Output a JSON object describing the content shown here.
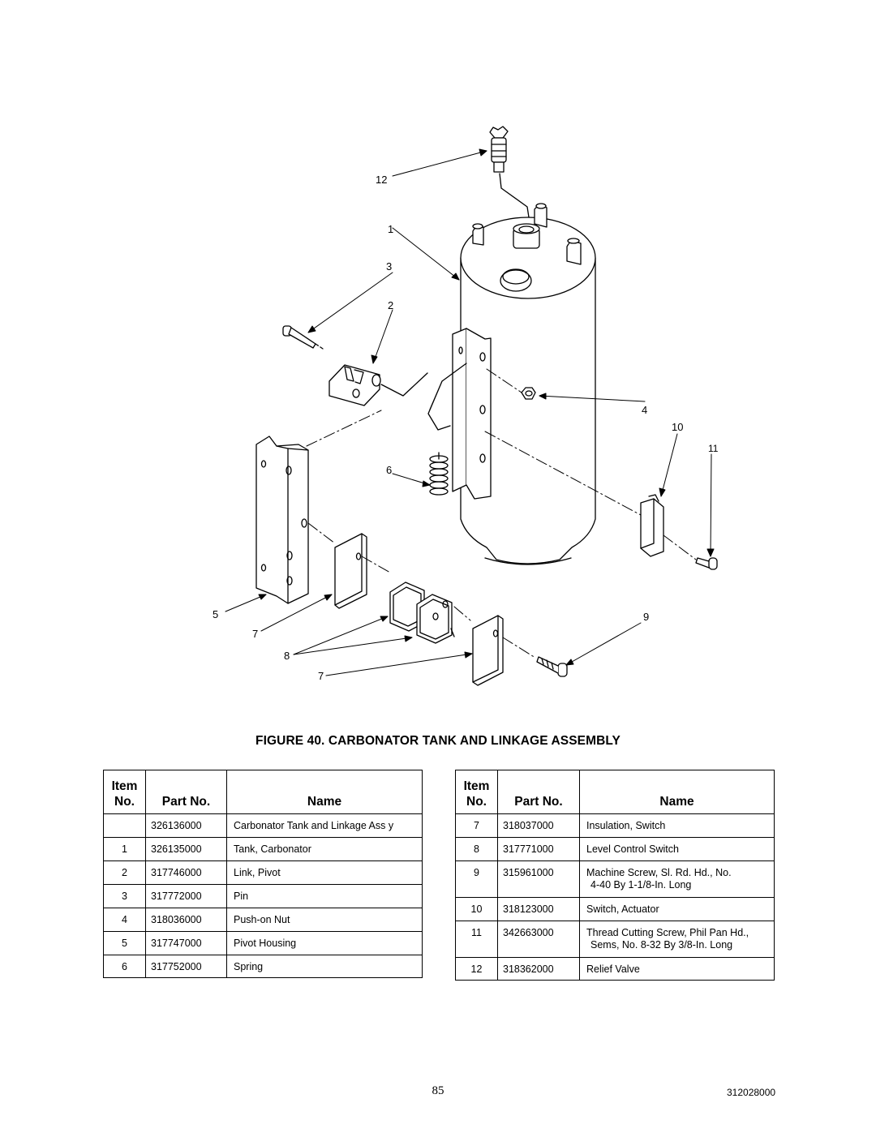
{
  "figure": {
    "title": "FIGURE 40. CARBONATOR TANK AND LINKAGE ASSEMBLY",
    "callouts": [
      "12",
      "1",
      "3",
      "2",
      "4",
      "10",
      "11",
      "6",
      "5",
      "7",
      "8",
      "7",
      "9"
    ]
  },
  "table_headers": {
    "item_no": "Item No.",
    "part_no": "Part No.",
    "name": "Name"
  },
  "parts_left": [
    {
      "item": "",
      "part": "326136000",
      "name": "Carbonator Tank and Linkage Ass y"
    },
    {
      "item": "1",
      "part": "326135000",
      "name": "Tank, Carbonator"
    },
    {
      "item": "2",
      "part": "317746000",
      "name": "Link, Pivot"
    },
    {
      "item": "3",
      "part": "317772000",
      "name": "Pin"
    },
    {
      "item": "4",
      "part": "318036000",
      "name": "Push-on Nut"
    },
    {
      "item": "5",
      "part": "317747000",
      "name": "Pivot Housing"
    },
    {
      "item": "6",
      "part": "317752000",
      "name": "Spring"
    }
  ],
  "parts_right": [
    {
      "item": "7",
      "part": "318037000",
      "name": "Insulation, Switch"
    },
    {
      "item": "8",
      "part": "317771000",
      "name": "Level Control Switch"
    },
    {
      "item": "9",
      "part": "315961000",
      "name": "Machine Screw, Sl. Rd. Hd., No.",
      "name2": "4-40 By 1-1/8-In. Long"
    },
    {
      "item": "10",
      "part": "318123000",
      "name": "Switch, Actuator"
    },
    {
      "item": "11",
      "part": "342663000",
      "name": "Thread Cutting Screw, Phil Pan Hd.,",
      "name2": "Sems, No. 8-32 By 3/8-In. Long"
    },
    {
      "item": "12",
      "part": "318362000",
      "name": "Relief Valve"
    }
  ],
  "footer": {
    "page_number": "85",
    "doc_code": "312028000"
  }
}
